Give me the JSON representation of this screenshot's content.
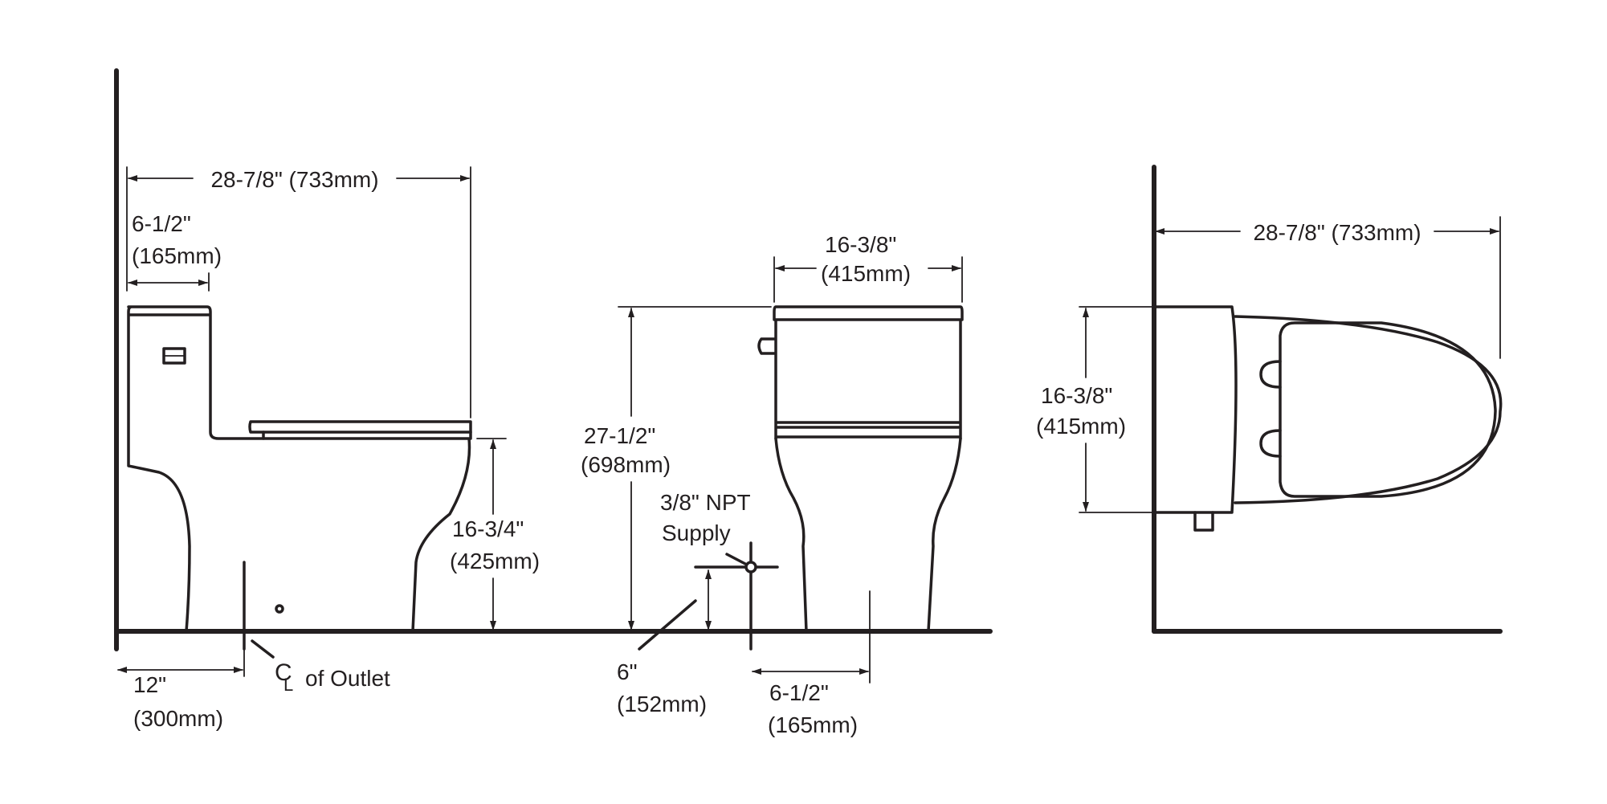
{
  "side_view": {
    "overall_depth": "28-7/8\" (733mm)",
    "tank_depth_in": "6-1/2\"",
    "tank_depth_mm": "(165mm)",
    "rough_in_in": "12\"",
    "rough_in_mm": "(300mm)",
    "outlet_symbol": "C",
    "outlet_symbol_l": "L",
    "outlet_label": "of Outlet",
    "seat_height_in": "16-3/4\"",
    "seat_height_mm": "(425mm)"
  },
  "front_view": {
    "width_in": "16-3/8\"",
    "width_mm": "(415mm)",
    "height_in": "27-1/2\"",
    "height_mm": "(698mm)",
    "supply_line1": "3/8\" NPT",
    "supply_line2": "Supply",
    "supply_height_in": "6\"",
    "supply_height_mm": "(152mm)",
    "supply_offset_in": "6-1/2\"",
    "supply_offset_mm": "(165mm)"
  },
  "top_view": {
    "overall_depth": "28-7/8\" (733mm)",
    "width_in": "16-3/8\"",
    "width_mm": "(415mm)"
  },
  "colors": {
    "ink": "#231f20",
    "background": "#ffffff"
  }
}
